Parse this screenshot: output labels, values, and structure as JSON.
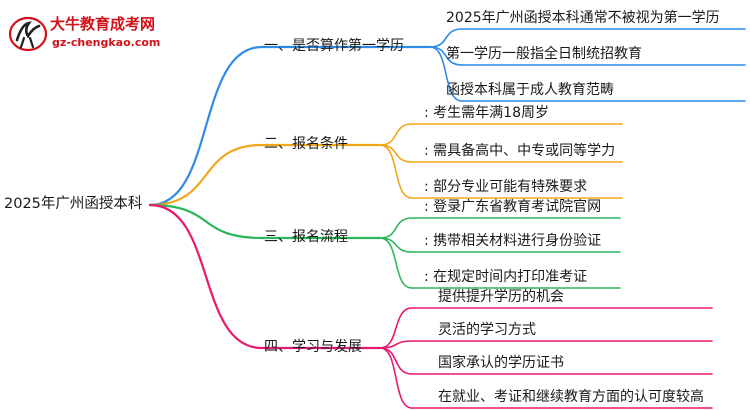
{
  "logo": {
    "title": "大牛教育成考网",
    "url": "gz-chengkao.com"
  },
  "mindmap": {
    "root": "2025年广州函授本科",
    "branches": [
      {
        "label": "一、是否算作第一学历",
        "color": "#2f8ce6",
        "children": [
          "2025年广州函授本科通常不被视为第一学历",
          "第一学历一般指全日制统招教育",
          "函授本科属于成人教育范畴"
        ]
      },
      {
        "label": "二、报名条件",
        "color": "#f2a71b",
        "children": [
          ": 考生需年满18周岁",
          ": 需具备高中、中专或同等学力",
          ": 部分专业可能有特殊要求"
        ]
      },
      {
        "label": "三、报名流程",
        "color": "#2cb65b",
        "children": [
          ": 登录广东省教育考试院官网",
          ": 携带相关材料进行身份验证",
          ": 在规定时间内打印准考证"
        ]
      },
      {
        "label": "四、学习与发展",
        "color": "#e8196f",
        "children": [
          "提供提升学历的机会",
          "灵活的学习方式",
          "国家承认的学历证书",
          "在就业、考证和继续教育方面的认可度较高"
        ]
      }
    ]
  }
}
